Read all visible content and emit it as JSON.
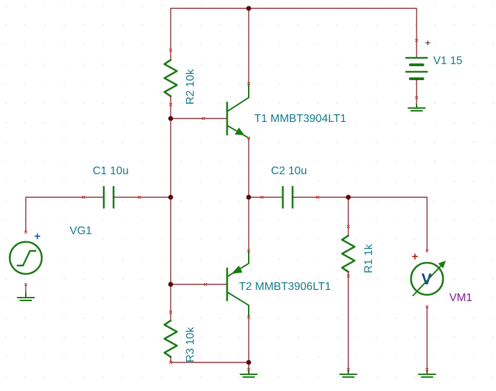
{
  "components": {
    "r2": {
      "ref": "R2",
      "value": "10k",
      "label": "R2 10k"
    },
    "r3": {
      "ref": "R3",
      "value": "10k",
      "label": "R3 10k"
    },
    "r1": {
      "ref": "R1",
      "value": "1k",
      "label": "R1 1k"
    },
    "c1": {
      "ref": "C1",
      "value": "10u",
      "label": "C1 10u"
    },
    "c2": {
      "ref": "C2",
      "value": "10u",
      "label": "C2 10u"
    },
    "t1": {
      "ref": "T1",
      "part": "MMBT3904LT1",
      "label": "T1 MMBT3904LT1"
    },
    "t2": {
      "ref": "T2",
      "part": "MMBT3906LT1",
      "label": "T2 MMBT3906LT1"
    },
    "v1": {
      "ref": "V1",
      "value": "15",
      "label": "V1 15",
      "polarity_mark": "+"
    },
    "vg1": {
      "ref": "VG1",
      "label": "VG1",
      "polarity_mark": "+"
    },
    "vm1": {
      "ref": "VM1",
      "label": "VM1",
      "symbol_letter": "V",
      "polarity_mark": "+"
    }
  },
  "colors": {
    "wire": "#7a0a12",
    "component": "#1a7a14",
    "label": "#127a8a",
    "meter_label": "#7b1a8a",
    "meter_symbol": "#1b3fa0",
    "pin_marker": "#d13a3a",
    "junction": "#5a0a0f",
    "grid_dot": "#d9d9d9"
  }
}
